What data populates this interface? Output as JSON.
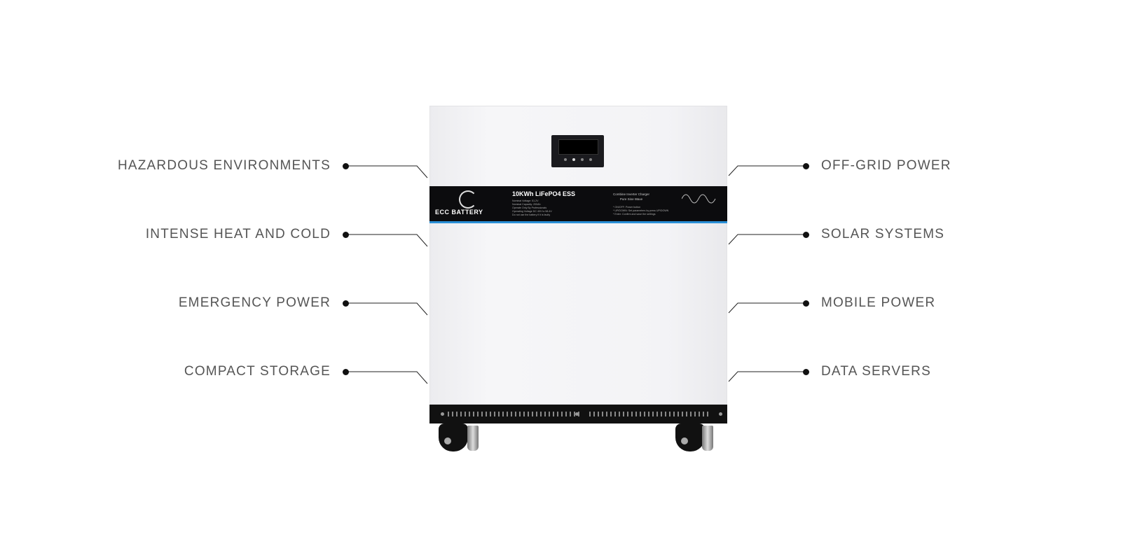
{
  "left_labels": [
    "HAZARDOUS ENVIRONMENTS",
    "INTENSE HEAT AND COLD",
    "EMERGENCY POWER",
    "COMPACT STORAGE"
  ],
  "right_labels": [
    "OFF-GRID POWER",
    "SOLAR SYSTEMS",
    "MOBILE POWER",
    "DATA SERVERS"
  ],
  "product": {
    "brand": "ECC BATTERY",
    "title": "10KWh LiFePO4 ESS",
    "specs": [
      "Nominal Voltage: 51.2V",
      "Nominal Capacity: 200Ah",
      "Operate Only By Professionals",
      "Operating Voltage DC 40V to 58.4V",
      "Do not use the battery if it is faulty"
    ],
    "inverter_title": [
      "Combine Inverter Charger",
      "Pure Sine Wave"
    ],
    "notes": [
      "* ON/OFF: Power button",
      "* UP/DOWN: Set parameters by press UP/DOWN",
      "* Enter: Confirm and save the settings"
    ],
    "accent_color": "#2a8fd6",
    "icon": "sine-wave-icon"
  }
}
